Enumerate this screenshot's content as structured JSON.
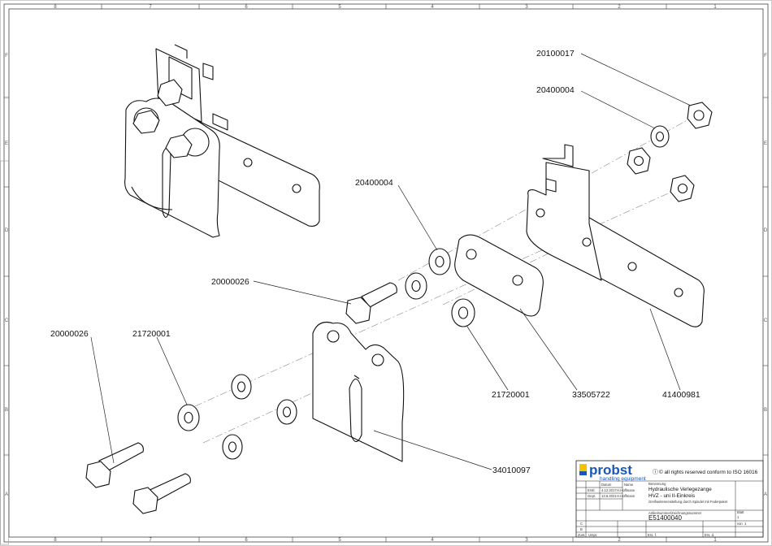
{
  "drawing": {
    "grid_columns": [
      "8",
      "7",
      "6",
      "5",
      "4",
      "3",
      "2",
      "1"
    ],
    "grid_rows": [
      "F",
      "E",
      "D",
      "C",
      "B",
      "A"
    ],
    "part_labels": [
      {
        "id": "p1",
        "text": "20100017"
      },
      {
        "id": "p2",
        "text": "20400004"
      },
      {
        "id": "p3",
        "text": "20400004"
      },
      {
        "id": "p4",
        "text": "20000026"
      },
      {
        "id": "p5",
        "text": "20000026"
      },
      {
        "id": "p6",
        "text": "21720001"
      },
      {
        "id": "p7",
        "text": "21720001"
      },
      {
        "id": "p8",
        "text": "33505722"
      },
      {
        "id": "p9",
        "text": "41400981"
      },
      {
        "id": "p10",
        "text": "34010097"
      }
    ]
  },
  "title_block": {
    "logo_text": "probst",
    "logo_subtext": "handling equipment",
    "copyright": "© all rights reserved conform to ISO 16016",
    "hdr_benennung": "Benennung",
    "hdr_datum": "Datum",
    "hdr_name": "Name",
    "row1_label": "Erstl.",
    "row1_date": "4.12.2017",
    "row1_name": "H.Hoffmann",
    "row2_label": "Gepr.",
    "row2_date": "13.6.2021",
    "row2_name": "H.Hoffmann",
    "title_line1": "Hydraulische Verlegezange",
    "title_line2": "HVZ - uni II-Einkreis",
    "title_line3": "Greifweiteneinstellung durch Spindel mit Federpaket",
    "blatt_label": "Blatt",
    "blatt_value": "1",
    "artikel_label": "Artikelnummer/Zeichnungsnummer",
    "drawing_number": "E51400040",
    "von_label": "von",
    "von_value": "1",
    "zust_label": "Zust.",
    "ursprung_label": "Urspr.",
    "ers_fuer_label": "Ers. f.",
    "ers_durch_label": "Ers. d.",
    "rev_c": "C",
    "rev_b": "B"
  }
}
